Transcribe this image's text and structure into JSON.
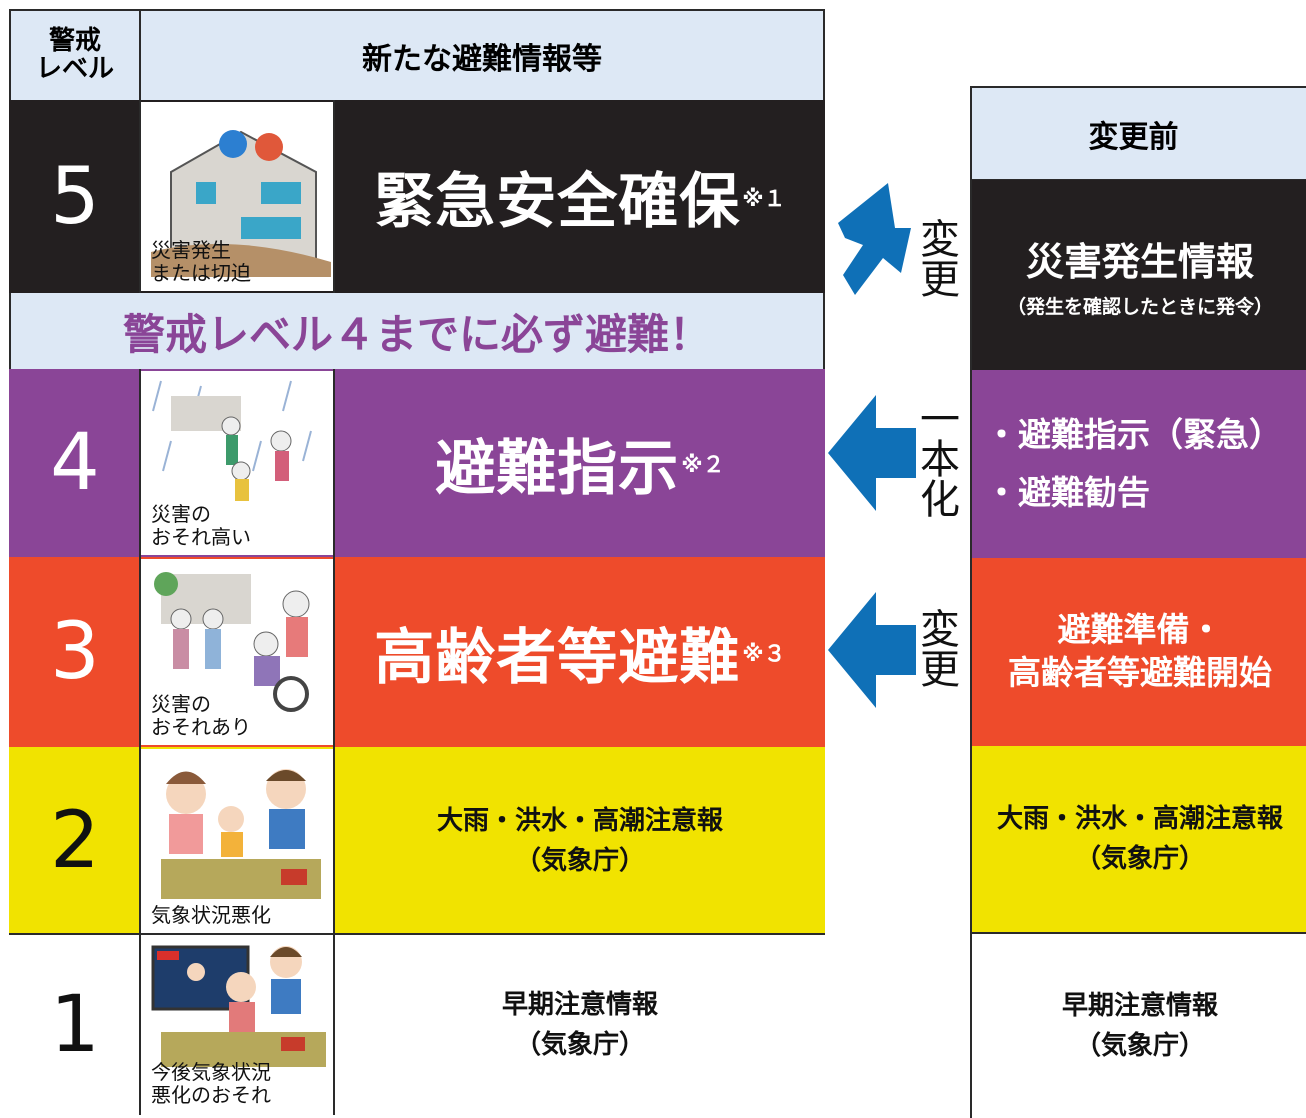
{
  "header": {
    "level_label": "警戒\nレベル",
    "new_info_label": "新たな避難情報等",
    "before_label": "変更前"
  },
  "banner": "警戒レベル４までに必ず避難！",
  "rows": [
    {
      "level": "5",
      "caption": "災害発生\nまたは切迫",
      "title": "緊急安全確保",
      "note": "※１"
    },
    {
      "level": "4",
      "caption": "災害の\nおそれ高い",
      "title": "避難指示",
      "note": "※２"
    },
    {
      "level": "3",
      "caption": "災害の\nおそれあり",
      "title": "高齢者等避難",
      "note": "※３"
    },
    {
      "level": "2",
      "caption": "気象状況悪化",
      "title": "大雨・洪水・高潮注意報\n（気象庁）"
    },
    {
      "level": "1",
      "caption": "今後気象状況\n悪化のおそれ",
      "title": "早期注意情報\n（気象庁）"
    }
  ],
  "before": {
    "l5_title": "災害発生情報",
    "l5_sub": "（発生を確認したときに発令）",
    "l4_items": [
      "・避難指示（緊急）",
      "・避難勧告"
    ],
    "l3": "避難準備・\n高齢者等避難開始",
    "l2": "大雨・洪水・高潮注意報\n（気象庁）",
    "l1": "早期注意情報\n（気象庁）"
  },
  "arrows": {
    "a5": "変更",
    "a4": "一本化",
    "a3": "変更"
  },
  "colors": {
    "l5": "#231f20",
    "l4": "#8a4597",
    "l3": "#ee4b2b",
    "l2": "#f1e300",
    "l1": "#ffffff",
    "header": "#dde8f5",
    "arrow": "#0f70b7",
    "banner_text": "#8a4597"
  }
}
